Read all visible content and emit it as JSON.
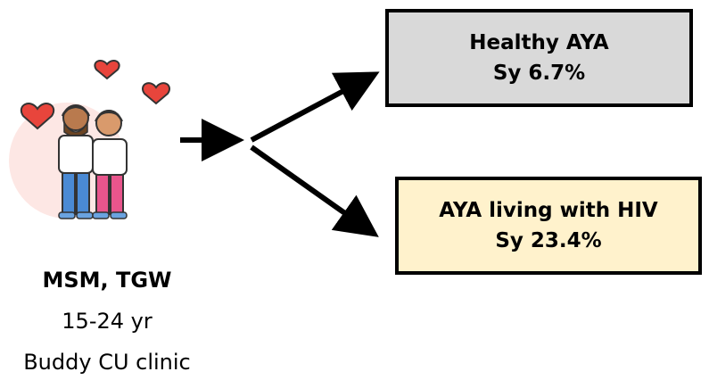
{
  "source": {
    "group": "MSM, TGW",
    "age": "15-24 yr",
    "site": "Buddy CU clinic"
  },
  "outcomes": [
    {
      "group": "Healthy AYA",
      "value": "Sy 6.7%",
      "color": "#d9d9d9"
    },
    {
      "group": "AYA living with HIV",
      "value": "Sy 23.4%",
      "color": "#fff2cc"
    }
  ],
  "icon": "couple-hearts-icon"
}
